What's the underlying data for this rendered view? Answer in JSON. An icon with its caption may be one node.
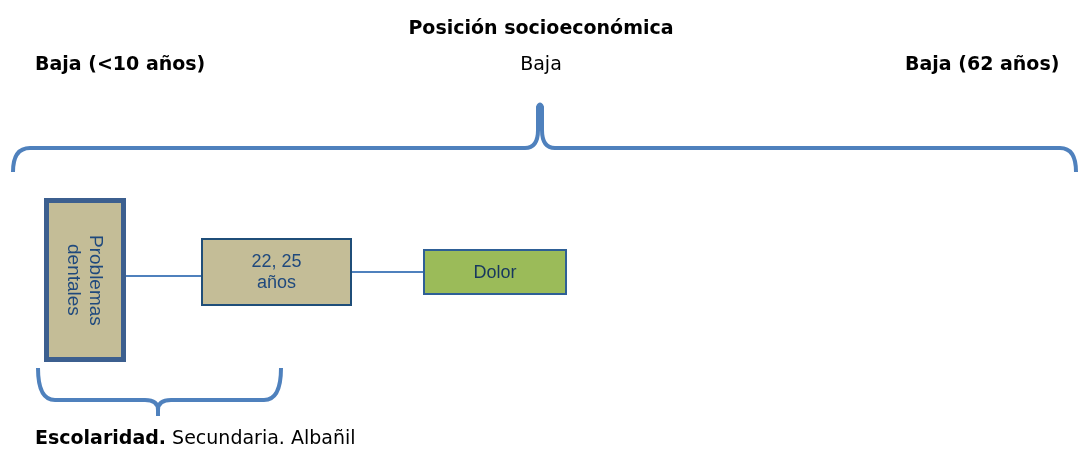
{
  "diagram": {
    "title": "Posición socioeconómica",
    "nodes": [
      {
        "text": [
          "Problemas dentales"
        ]
      },
      {
        "text": [
          "22, 25 años"
        ]
      },
      {
        "text": [
          "Dolor"
        ]
      }
    ],
    "edges": [
      {
        "from": 0,
        "to": 1,
        "arrow": "none"
      },
      {
        "from": 1,
        "to": 2,
        "arrow": "none"
      }
    ],
    "labels": [
      "Baja (<10 años)",
      "Baja",
      "Baja (62 años)",
      "**Escolaridad.** Secundaria. Albañil"
    ]
  }
}
